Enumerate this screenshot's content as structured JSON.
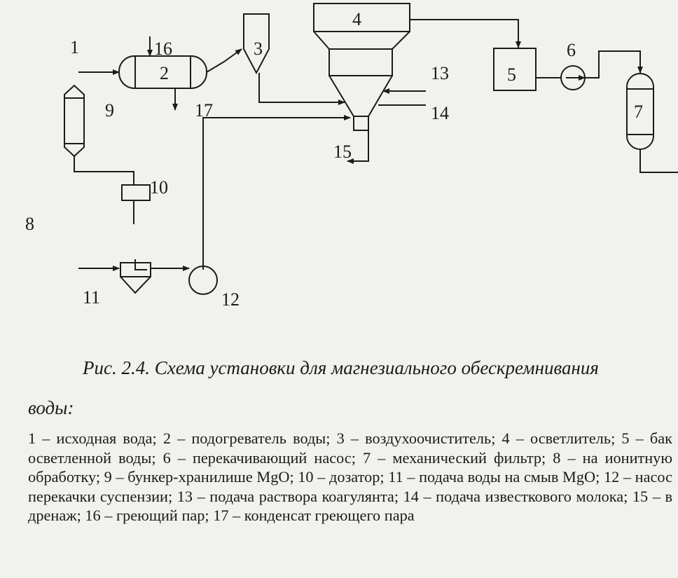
{
  "diagram": {
    "labels": {
      "n1": "1",
      "n2": "2",
      "n3": "3",
      "n4": "4",
      "n5": "5",
      "n6": "6",
      "n7": "7",
      "n8": "8",
      "n9": "9",
      "n10": "10",
      "n11": "11",
      "n12": "12",
      "n13": "13",
      "n14": "14",
      "n15": "15",
      "n16": "16",
      "n17": "17"
    }
  },
  "caption": {
    "line1": "Рис. 2.4. Схема установки для магнезиального обескремнивания",
    "line2": "воды:"
  },
  "legend": {
    "text": "1 – исходная вода; 2 – подогреватель воды; 3 – воздухоочиститель; 4 – осветлитель; 5 – бак осветленной воды; 6 – перекачивающий насос; 7 – механический фильтр; 8 – на ионитную обработку; 9 – бункер-хранилише MgO; 10 – дозатор; 11 – подача воды на смыв MgO; 12 – насос перекачки суспензии; 13 – подача раствора коагулянта; 14 – подача известкового молока; 15 – в дренаж; 16 – греющий пар; 17 – конденсат греющего пара"
  }
}
